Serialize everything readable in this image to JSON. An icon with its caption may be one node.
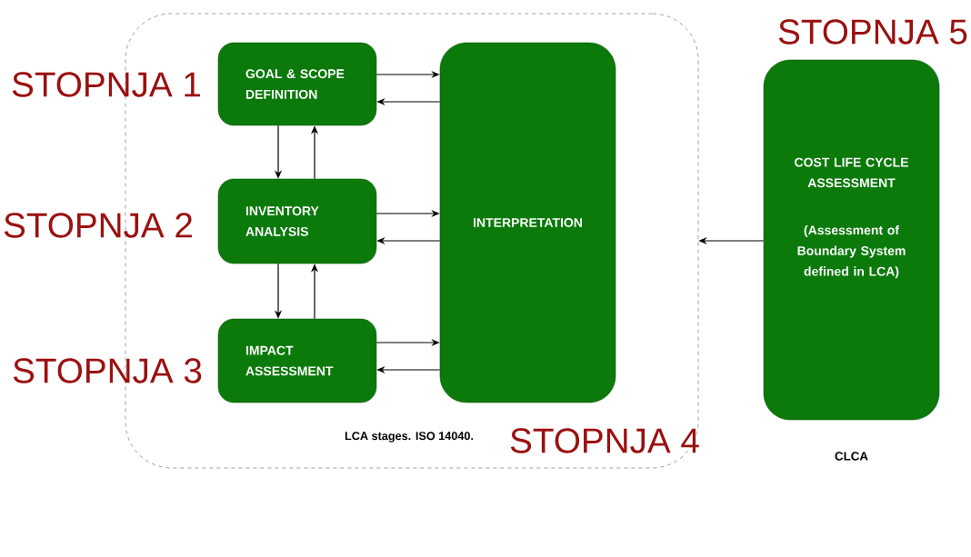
{
  "diagram": {
    "nodes": [
      {
        "text": [
          "LCA stages. ISO 14040."
        ]
      },
      {
        "text": [
          "GOAL & SCOPE DEFINITION"
        ],
        "in": 0
      },
      {
        "text": [
          "INVENTORY ANALYSIS"
        ],
        "in": 0
      },
      {
        "text": [
          "IMPACT ASSESSMENT"
        ],
        "in": 0
      },
      {
        "text": [
          "INTERPRETATION"
        ],
        "in": 0
      },
      {
        "text": [
          "COST LIFE CYCLE ASSESSMENT",
          "(Assessment of Boundary System defined in LCA)"
        ],
        "beside": [
          "CLCA"
        ]
      }
    ],
    "edges": [
      {
        "from": 1,
        "to": 4,
        "arrow": "to"
      },
      {
        "from": 4,
        "to": 1,
        "arrow": "to"
      },
      {
        "from": 2,
        "to": 4,
        "arrow": "to"
      },
      {
        "from": 4,
        "to": 2,
        "arrow": "to"
      },
      {
        "from": 3,
        "to": 4,
        "arrow": "to"
      },
      {
        "from": 4,
        "to": 3,
        "arrow": "to"
      },
      {
        "from": 1,
        "to": 2,
        "arrow": "to"
      },
      {
        "from": 2,
        "to": 1,
        "arrow": "to"
      },
      {
        "from": 2,
        "to": 3,
        "arrow": "to"
      },
      {
        "from": 3,
        "to": 2,
        "arrow": "to"
      },
      {
        "from": 5,
        "to": 0,
        "arrow": "to"
      }
    ],
    "labels": [
      "STOPNJA 5",
      "STOPNJA 1",
      "STOPNJA 2",
      "STOPNJA 3",
      "STOPNJA 4"
    ]
  }
}
